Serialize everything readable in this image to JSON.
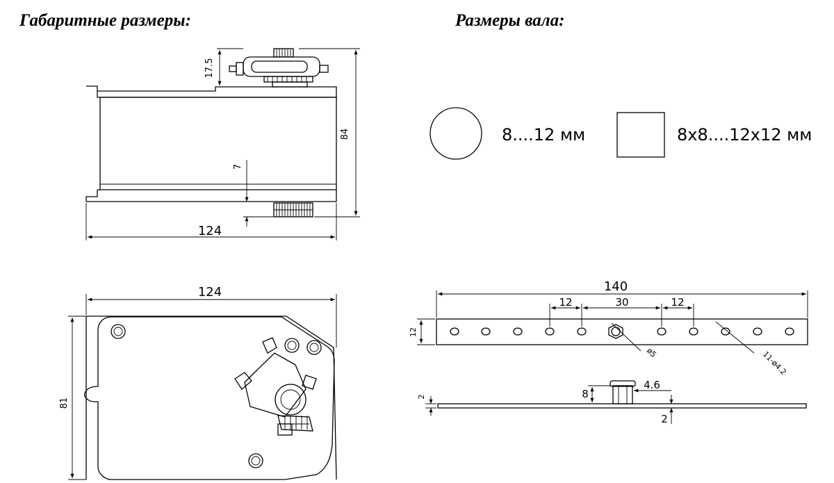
{
  "headings": {
    "overall": "Габаритные размеры:",
    "shaft": "Размеры вала:"
  },
  "shaft_sizes": {
    "round": "8....12 мм",
    "square": "8x8....12x12 мм"
  },
  "side_view": {
    "dim_height_top": "17.5",
    "dim_height_total": "84",
    "dim_bottom": "7",
    "dim_width": "124"
  },
  "top_view": {
    "dim_width": "124",
    "dim_height": "81"
  },
  "bracket": {
    "dim_length": "140",
    "dim_pitch_left": "12",
    "dim_pitch_center": "30",
    "dim_pitch_right": "12",
    "dim_height": "12",
    "hole_center": "ø5",
    "holes_label": "11-ø4.2",
    "pin_height": "8",
    "pin_width": "4.6",
    "plate_thickness_left": "2",
    "plate_thickness_right": "2"
  }
}
